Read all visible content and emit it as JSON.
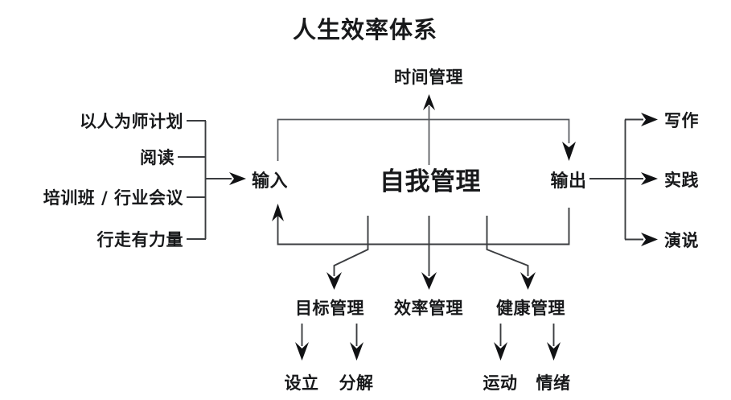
{
  "title": "人生效率体系",
  "background_color": "#ffffff",
  "line_color": "#3b3d40",
  "text_color": "#18191b",
  "nodes": {
    "top": "时间管理",
    "input": "输入",
    "center": "自我管理",
    "output": "输出"
  },
  "inputs": {
    "items": [
      {
        "label": "以人为师计划"
      },
      {
        "label": "阅读"
      },
      {
        "label": "培训班 / 行业会议"
      },
      {
        "label": "行走有力量"
      }
    ]
  },
  "outputs": {
    "items": [
      {
        "label": "写作"
      },
      {
        "label": "实践"
      },
      {
        "label": "演说"
      }
    ]
  },
  "management": {
    "items": [
      {
        "label": "目标管理",
        "children": [
          {
            "label": "设立"
          },
          {
            "label": "分解"
          }
        ]
      },
      {
        "label": "效率管理",
        "children": []
      },
      {
        "label": "健康管理",
        "children": [
          {
            "label": "运动"
          },
          {
            "label": "情绪"
          }
        ]
      }
    ]
  },
  "leaves": {
    "goal_1": "设立",
    "goal_2": "分解",
    "health_1": "运动",
    "health_2": "情绪"
  }
}
